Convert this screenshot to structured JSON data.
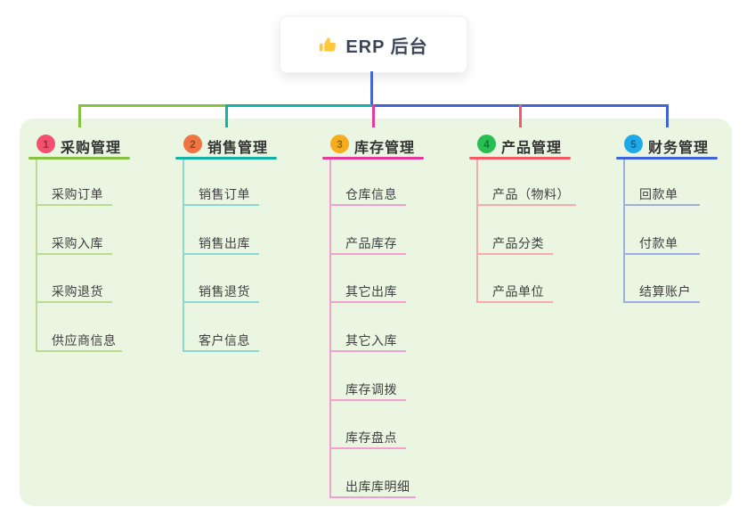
{
  "root": {
    "label": "ERP 后台",
    "icon": "thumbs-up-icon",
    "stem_color": "#4566D6"
  },
  "panel": {
    "background": "#EAF6E2"
  },
  "branches": [
    {
      "num": "1",
      "label": "采购管理",
      "badge_color": "#F3506E",
      "line_color": "#85C240",
      "light_color": "#BBDC90",
      "items": [
        "采购订单",
        "采购入库",
        "采购退货",
        "供应商信息"
      ]
    },
    {
      "num": "2",
      "label": "销售管理",
      "badge_color": "#EF7442",
      "line_color": "#12B3A3",
      "light_color": "#8BD9CE",
      "items": [
        "销售订单",
        "销售出库",
        "销售退货",
        "客户信息"
      ]
    },
    {
      "num": "3",
      "label": "库存管理",
      "badge_color": "#F6AC1D",
      "line_color": "#E53A9B",
      "light_color": "#F2A0CE",
      "items": [
        "仓库信息",
        "产品库存",
        "其它出库",
        "其它入库",
        "库存调拨",
        "库存盘点",
        "出库库明细"
      ]
    },
    {
      "num": "4",
      "label": "产品管理",
      "badge_color": "#27BE52",
      "line_color": "#F25B62",
      "light_color": "#F8ABA9",
      "items": [
        "产品（物料）",
        "产品分类",
        "产品单位"
      ]
    },
    {
      "num": "5",
      "label": "财务管理",
      "badge_color": "#1FA9E8",
      "line_color": "#4063D8",
      "light_color": "#9BAFE3",
      "items": [
        "回款单",
        "付款单",
        "结算账户"
      ]
    }
  ]
}
